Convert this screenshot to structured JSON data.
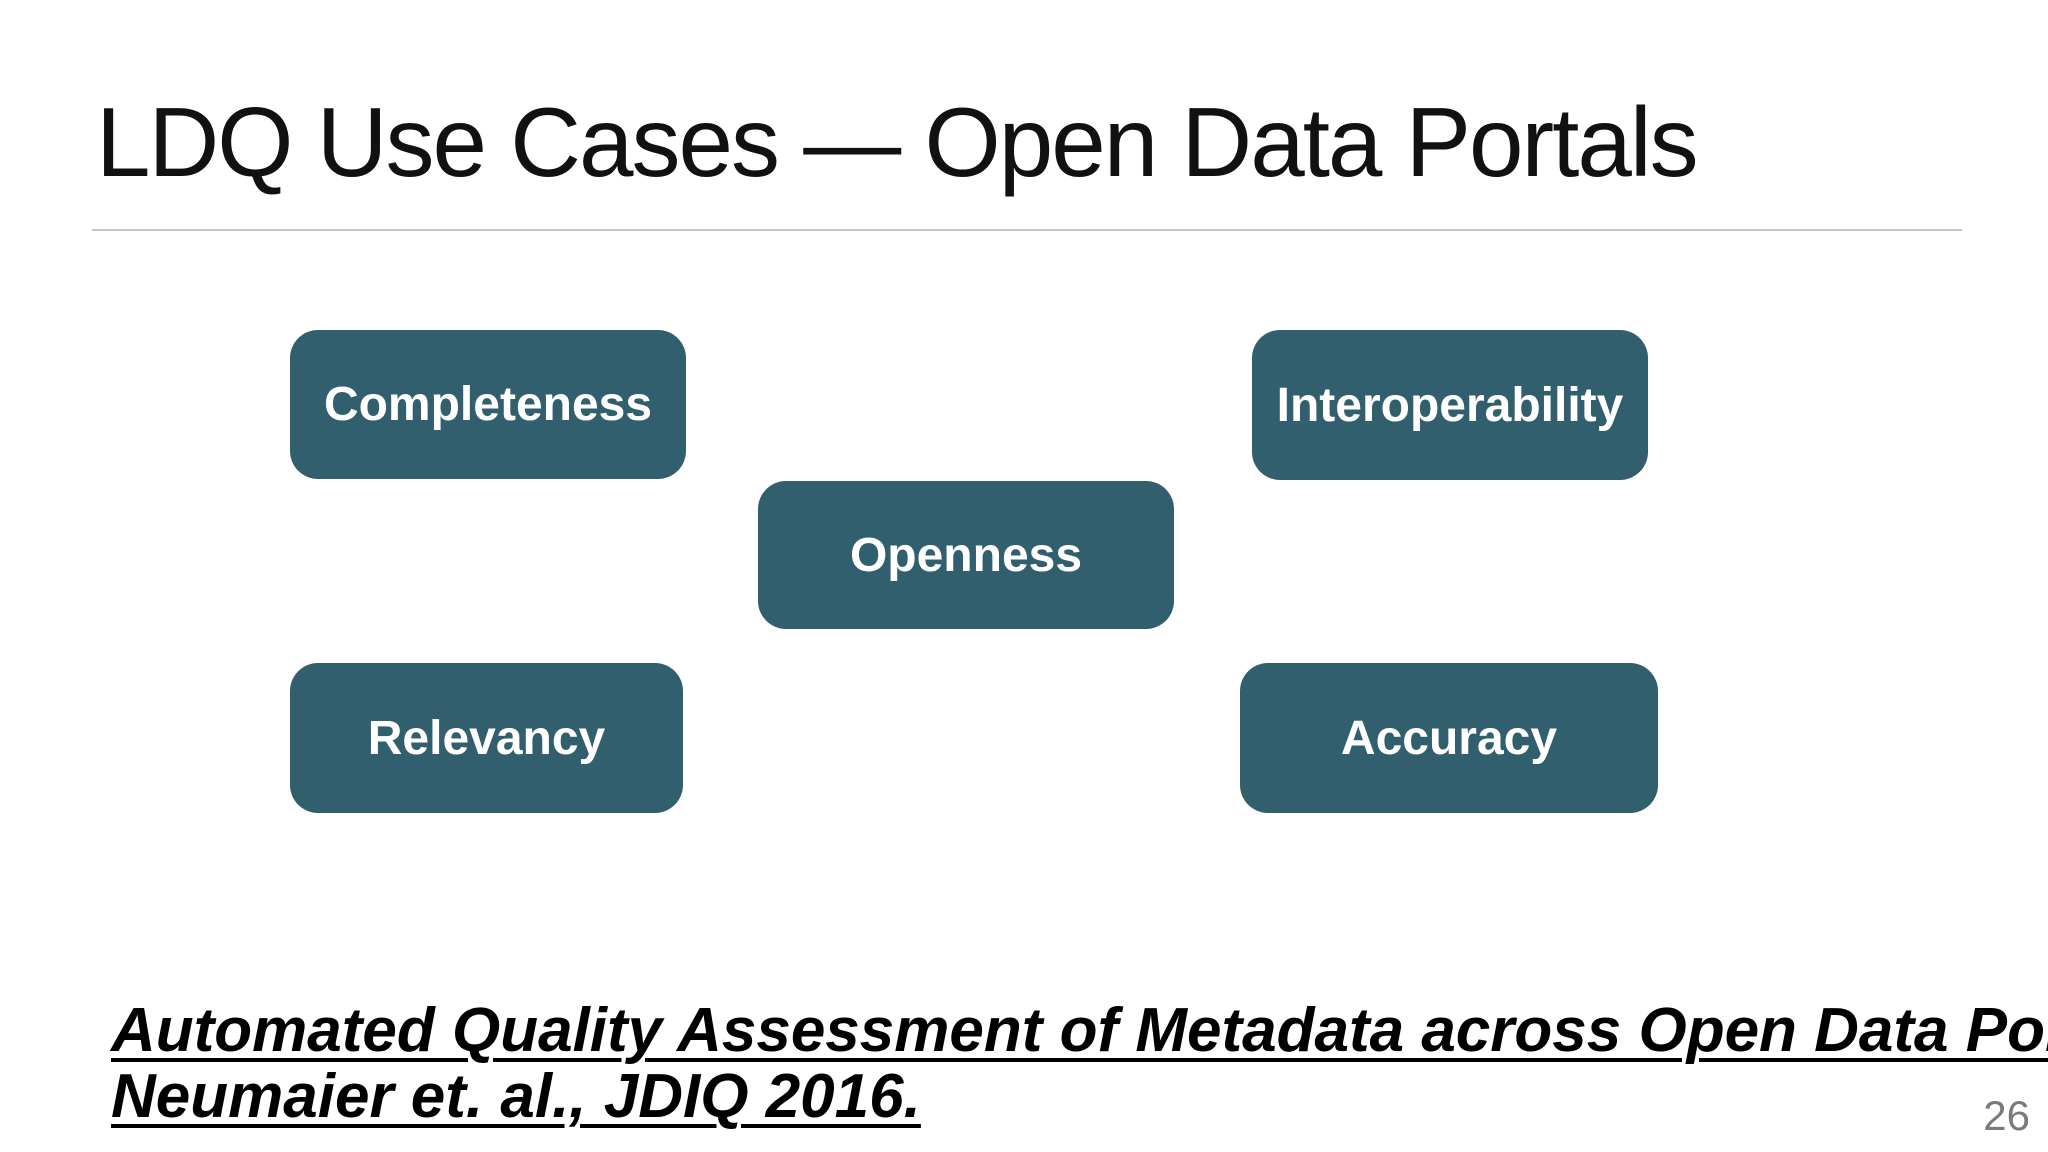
{
  "slide": {
    "title": "LDQ Use Cases — Open Data Portals",
    "boxes": [
      {
        "id": "completeness",
        "label": "Completeness"
      },
      {
        "id": "interoperability",
        "label": "Interoperability"
      },
      {
        "id": "openness",
        "label": "Openness"
      },
      {
        "id": "relevancy",
        "label": "Relevancy"
      },
      {
        "id": "accuracy",
        "label": "Accuracy"
      }
    ],
    "citation": {
      "line1": "Automated Quality Assessment of Metadata across Open Data Portals.",
      "line2": "Neumaier et. al., JDIQ 2016."
    },
    "page_number": "26",
    "colors": {
      "background": "#FFFFFF",
      "box_fill": "#315F6E",
      "box_text": "#FFFFFF",
      "title_text": "#111111",
      "citation_text": "#000000",
      "page_number_text": "#7A7A7A",
      "divider": "#C6C6C6"
    }
  }
}
